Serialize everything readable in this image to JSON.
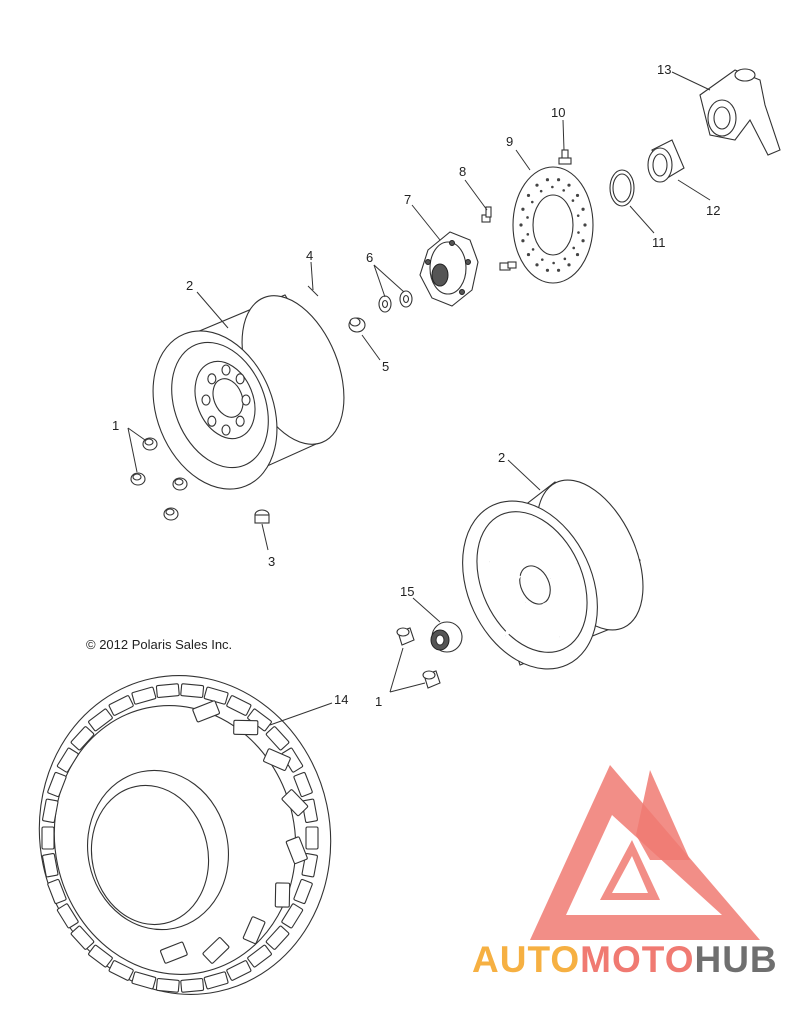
{
  "copyright": "© 2012 Polaris Sales Inc.",
  "callouts": [
    {
      "id": "c1a",
      "text": "1"
    },
    {
      "id": "c2a",
      "text": "2"
    },
    {
      "id": "c3",
      "text": "3"
    },
    {
      "id": "c4",
      "text": "4"
    },
    {
      "id": "c5",
      "text": "5"
    },
    {
      "id": "c6",
      "text": "6"
    },
    {
      "id": "c7",
      "text": "7"
    },
    {
      "id": "c8",
      "text": "8"
    },
    {
      "id": "c9",
      "text": "9"
    },
    {
      "id": "c10",
      "text": "10"
    },
    {
      "id": "c11",
      "text": "11"
    },
    {
      "id": "c12",
      "text": "12"
    },
    {
      "id": "c13",
      "text": "13"
    },
    {
      "id": "c2b",
      "text": "2"
    },
    {
      "id": "c15",
      "text": "15"
    },
    {
      "id": "c1b",
      "text": "1"
    },
    {
      "id": "c14",
      "text": "14"
    }
  ],
  "watermark": {
    "part1": "AUTO",
    "part2": "MOTO",
    "part3": "HUB",
    "color_orange": "#f6b042",
    "color_red": "#f07a72",
    "color_gray": "#6f6f6f"
  }
}
